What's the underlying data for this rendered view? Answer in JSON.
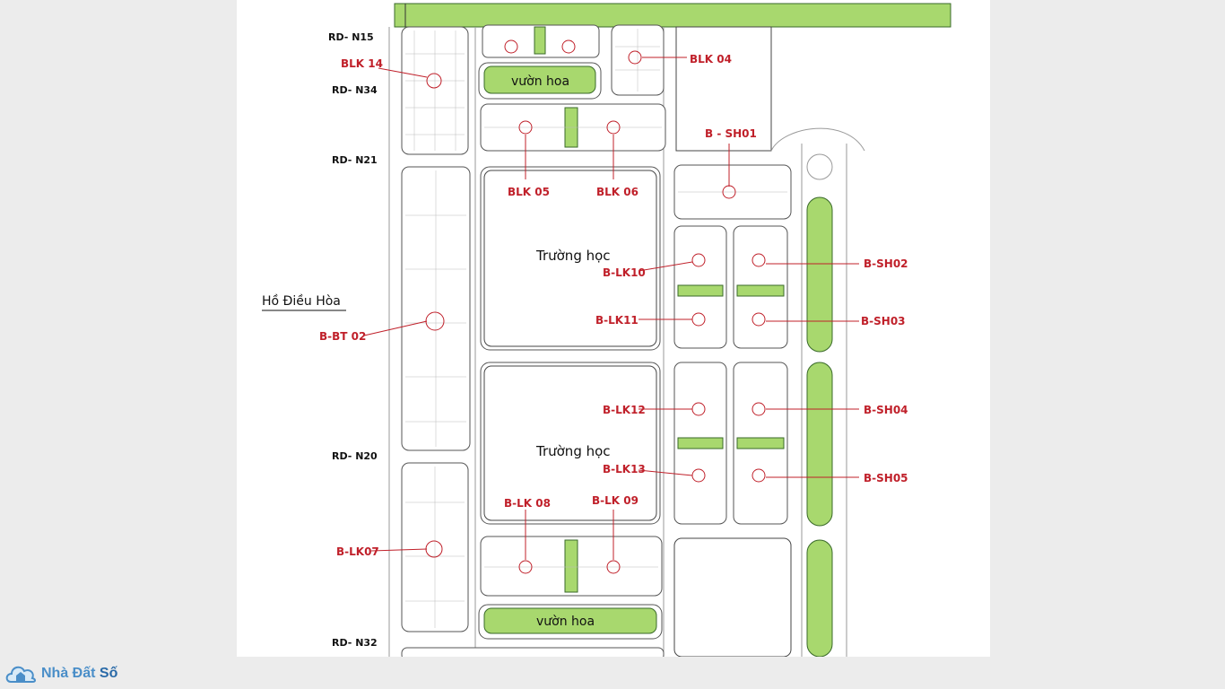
{
  "map": {
    "roads": [
      "RD- N15",
      "RD- N34",
      "RD- N21",
      "RD- N20",
      "RD- N32"
    ],
    "lake": "Hồ Điều Hòa",
    "schools": [
      "Trường học",
      "Trường học"
    ],
    "gardens": [
      "vườn hoa",
      "vườn hoa"
    ],
    "blocks": {
      "blk14": "BLK 14",
      "blk04": "BLK 04",
      "blk05": "BLK 05",
      "blk06": "BLK 06",
      "bsh01": "B - SH01",
      "blk10": "B-LK10",
      "blk11": "B-LK11",
      "blk12": "B-LK12",
      "blk13": "B-LK13",
      "blk08": "B-LK 08",
      "blk09": "B-LK 09",
      "blk07": "B-LK07",
      "bbt02": "B-BT 02",
      "bsh02": "B-SH02",
      "bsh03": "B-SH03",
      "bsh04": "B-SH04",
      "bsh05": "B-SH05"
    },
    "colors": {
      "label": "#c0202a",
      "green": "#a8d86e",
      "brand": "#4a8ec8"
    }
  },
  "brand": {
    "name_part1": "Nhà Đất ",
    "name_part2": "Số",
    "logo_icon": "cloud-house-icon"
  }
}
